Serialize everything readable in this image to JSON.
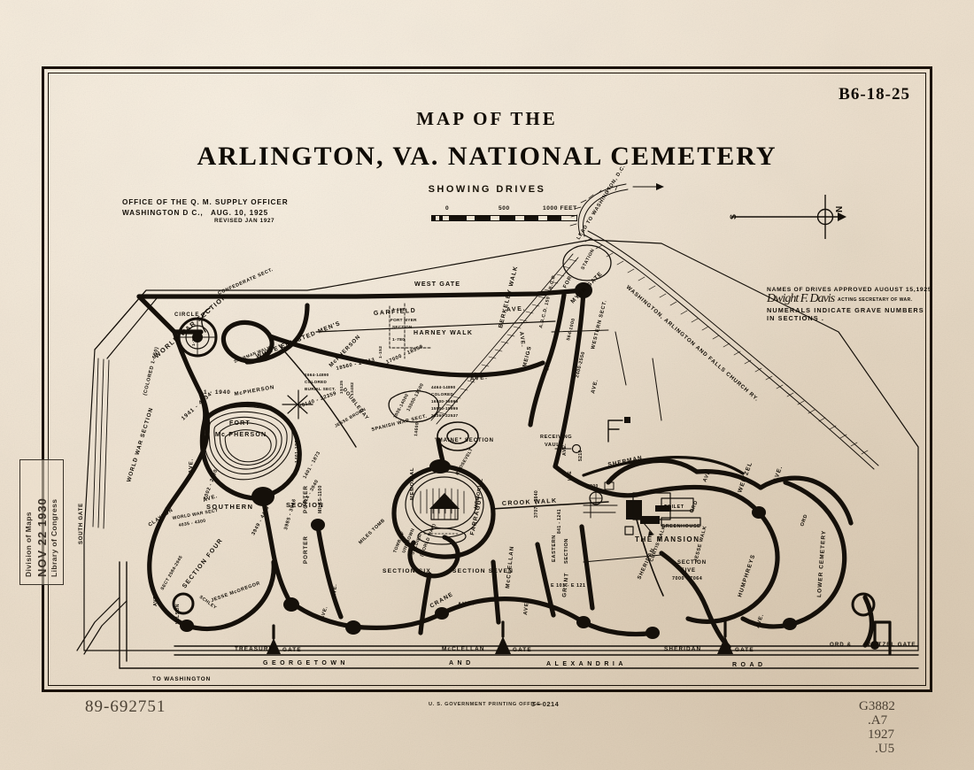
{
  "document": {
    "catalog_number": "B6-18-25",
    "title_line1": "MAP OF THE",
    "title_line2": "ARLINGTON, VA. NATIONAL CEMETERY",
    "subtitle": "SHOWING  DRIVES"
  },
  "office_block": {
    "line1": "OFFICE OF THE  Q. M. SUPPLY OFFICER",
    "line2": "WASHINGTON  D C.,",
    "date": "AUG. 10, 1925",
    "revised": "REVISED JAN 1927"
  },
  "scale_bar": {
    "zero": "0",
    "mid": "500",
    "end": "1000 FEET"
  },
  "notes": {
    "approval": "NAMES OF DRIVES APPROVED AUGUST 15,1925",
    "signature": "Dwight F. Davis",
    "signature_caption": "ACTING SECRETARY OF WAR.",
    "numerals_line1": "NUMERALS  INDICATE  GRAVE  NUMBERS",
    "numerals_line2": "IN SECTIONS ."
  },
  "compass": {
    "south_label": "S",
    "north_label": "N"
  },
  "library_stamp": {
    "division": "Division of Maps",
    "date": "NOV 22 1930",
    "institution": "Library of Congress"
  },
  "bottom": {
    "accession_number": "89-692751",
    "printing_office": "U. S. GOVERNMENT PRINTING OFFICE",
    "printing_number": "3—0214",
    "call_number_lines": [
      "G3882",
      ".A7",
      "1927",
      ".U5"
    ]
  },
  "colors": {
    "paper": "#efe4d3",
    "ink": "#15100a",
    "pencil": "#4b4134",
    "stamp": "#3b3228"
  },
  "map": {
    "gates": [
      "WEST GATE",
      "FORT MYER GATE",
      "TREASURY GATE",
      "McCLELLAN GATE",
      "SHERIDAN GATE",
      "ORD & WEITZEL GATE"
    ],
    "drives": [
      "GARFIELD     AVE.",
      "HARNEY WALK",
      "McPHERSON",
      "AVE.",
      "SHERMAN WALK",
      "DOUBLEDAY",
      "SHERIDAN WALK",
      "CROOK WALK",
      "FARRAGUT",
      "MEIGS",
      "MEADE",
      "PORTER",
      "GRANT",
      "McCLELLAN",
      "CRANE",
      "AVE.",
      "CLAYTON",
      "AVE.",
      "SHERMAN",
      "LEE",
      "ORD",
      "WEITZEL",
      "HUMPHREYS",
      "AVE.",
      "CURTIS WALK",
      "MEMORIAL",
      "EASTERN",
      "WILSON",
      "SCHLEY",
      "JESSE BROWN",
      "MILES",
      "WILSON",
      "AVE."
    ],
    "sections": [
      {
        "label": "WORLD WAR SECTION",
        "graves": "1 - 1940"
      },
      {
        "label": "(COLORED 1-650)",
        "graves": ""
      },
      {
        "label": "WHITE ENLISTED MEN'S",
        "graves": "20140 - 22359"
      },
      {
        "label": "CONFEDERATE SECT.",
        "graves": ""
      },
      {
        "label": "",
        "graves": "18560 - 20113"
      },
      {
        "label": "",
        "graves": "17000 - 18559"
      },
      {
        "label": "FORT MYER SECTION",
        "graves": "1-197  /  1-780"
      },
      {
        "label": "COLORED BURIAL SECT.",
        "graves": "1664 - 14890"
      },
      {
        "label": "WESTERN SECT.",
        "graves": ""
      },
      {
        "label": "WORLD WAR SECT.",
        "graves": "1941 - 4034"
      },
      {
        "label": "WORLD WAR SECT",
        "graves": "4035 - 4300"
      },
      {
        "label": "SECTION FOUR",
        "graves": "2584 - 2945"
      },
      {
        "label": "SOUTHERN   SECTION",
        "graves": "1401 - 1873"
      },
      {
        "label": "FORT Mc PHERSON",
        "graves": ""
      },
      {
        "label": "",
        "graves": "3914 - 3940"
      },
      {
        "label": "",
        "graves": "3949 - 4460"
      },
      {
        "label": "",
        "graves": "2002 - 2200"
      },
      {
        "label": "MAINE SECTION",
        "graves": ""
      },
      {
        "label": "SPANISH WAR SECT.",
        "graves": "14600"
      },
      {
        "label": "SECTION SIX",
        "graves": ""
      },
      {
        "label": "SECTION SEVEN",
        "graves": ""
      },
      {
        "label": "EASTERN SECTION",
        "graves": "3707 - 3840"
      },
      {
        "label": "SECTION FIVE",
        "graves": "7000 - 7064"
      },
      {
        "label": "",
        "graves": "E 101 - E 121"
      },
      {
        "label": "",
        "graves": "5200"
      },
      {
        "label": "",
        "graves": "841 - 1241"
      },
      {
        "label": "LOWER CEMETERY",
        "graves": ""
      },
      {
        "label": "TOMB OF UNKNOWN SOLDIER (WORLD WAR)",
        "graves": ""
      }
    ],
    "buildings": [
      "THE MANSION",
      "GREENHOUSE",
      "TOILET",
      "RECEIVING VAULT",
      "STATION",
      "CIRCLE"
    ],
    "railways": [
      "WASHINGTON, ARLINGTON AND FALLS CHURCH RY.",
      "LEAD TO WASHINGTON, D.C."
    ],
    "roads": [
      "GEORGETOWN     AND     ALEXANDRIA     ROAD",
      "TO WASHINGTON"
    ]
  }
}
